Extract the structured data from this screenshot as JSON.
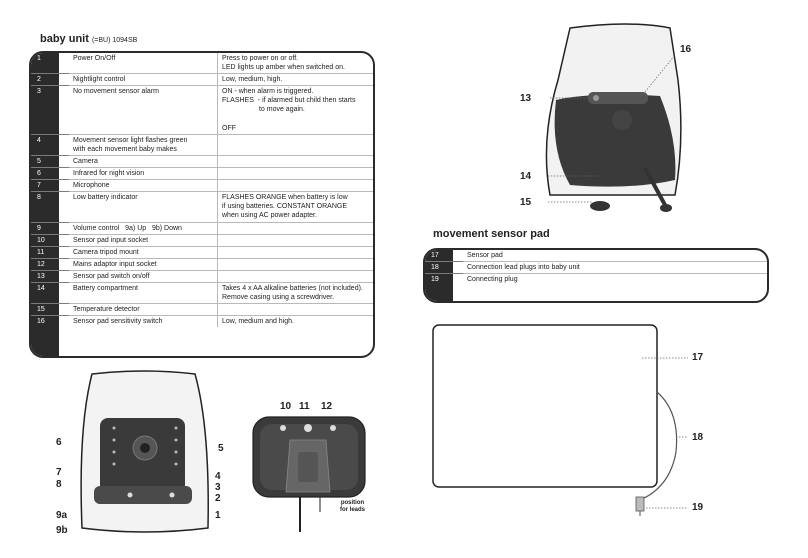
{
  "baby_unit": {
    "title": "baby unit",
    "title_code": "(=BU) 1094SB",
    "rows": [
      {
        "num": "1",
        "label": "Power On/Off",
        "desc": "Press to power on or off.\nLED lights up amber when switched on."
      },
      {
        "num": "2",
        "label": "Nightlight control",
        "desc": "Low, medium, high."
      },
      {
        "num": "3",
        "label": "No movement sensor alarm",
        "desc": "ON - when alarm is triggered.\nFLASHES  - if alarmed but child then starts\n                   to move again.\n\nOFF"
      },
      {
        "num": "4",
        "label": "Movement sensor light flashes green\nwith each movement baby makes",
        "desc": ""
      },
      {
        "num": "5",
        "label": "Camera",
        "desc": ""
      },
      {
        "num": "6",
        "label": "Infrared for night vision",
        "desc": ""
      },
      {
        "num": "7",
        "label": "Microphone",
        "desc": ""
      },
      {
        "num": "8",
        "label": "Low battery indicator",
        "desc": "FLASHES ORANGE when battery is low\nif using batteries. CONSTANT ORANGE\nwhen using AC power adapter."
      },
      {
        "num": "9",
        "label": "Volume control   9a) Up   9b) Down",
        "desc": ""
      },
      {
        "num": "10",
        "label": "Sensor pad input socket",
        "desc": ""
      },
      {
        "num": "11",
        "label": "Camera tripod mount",
        "desc": ""
      },
      {
        "num": "12",
        "label": "Mains adaptor input socket",
        "desc": ""
      },
      {
        "num": "13",
        "label": "Sensor pad switch on/off",
        "desc": ""
      },
      {
        "num": "14",
        "label": "Battery compartment",
        "desc": "Takes 4 x AA alkaline batteries (not included).\nRemove casing using a screwdriver."
      },
      {
        "num": "15",
        "label": "Temperature detector",
        "desc": ""
      },
      {
        "num": "16",
        "label": "Sensor pad sensitivity switch",
        "desc": "Low, medium and high."
      }
    ]
  },
  "sensor_pad": {
    "title": "movement sensor pad",
    "rows": [
      {
        "num": "17",
        "label": "Sensor pad"
      },
      {
        "num": "18",
        "label": "Connection lead plugs into baby unit"
      },
      {
        "num": "19",
        "label": "Connecting plug"
      }
    ]
  },
  "callouts": {
    "c1": "1",
    "c2": "2",
    "c3": "3",
    "c4": "4",
    "c5": "5",
    "c6": "6",
    "c7": "7",
    "c8": "8",
    "c9a": "9a",
    "c9b": "9b",
    "c10": "10",
    "c11": "11",
    "c12": "12",
    "c13": "13",
    "c14": "14",
    "c15": "15",
    "c16": "16",
    "c17": "17",
    "c18": "18",
    "c19": "19",
    "position_for_leads": "position\nfor leads"
  }
}
